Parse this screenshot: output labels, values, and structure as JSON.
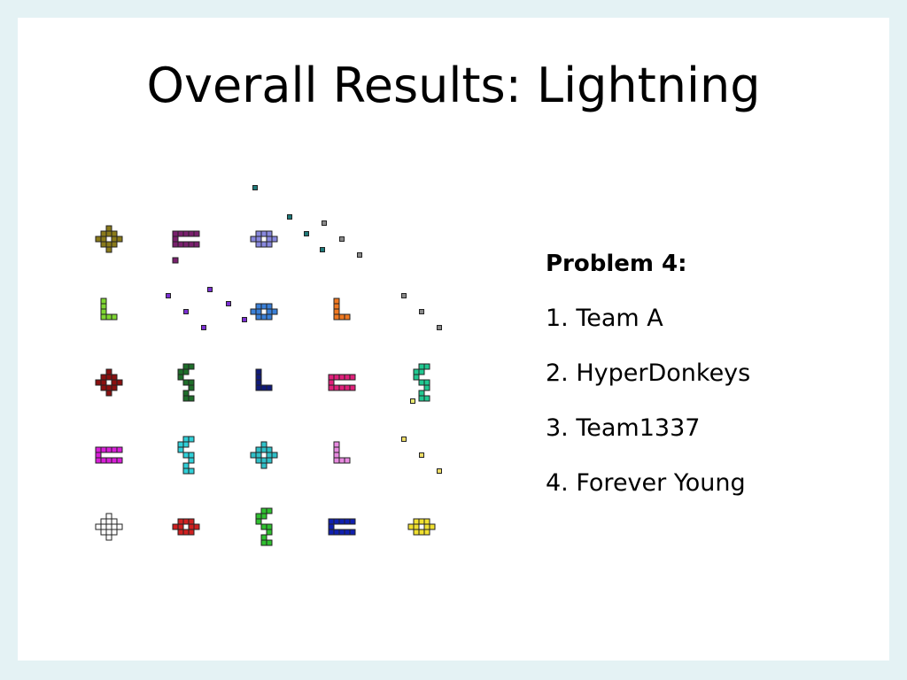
{
  "slide": {
    "title": "Overall Results: Lightning"
  },
  "results": {
    "heading": "Problem 4:",
    "items": [
      "1. Team A",
      "2. HyperDonkeys",
      "3. Team1337",
      "4. Forever Young"
    ]
  },
  "grid": {
    "rows": 5,
    "cols": 5,
    "cells": [
      {
        "shape": "plus-ring",
        "color": "#8a7a1a"
      },
      {
        "shape": "c-shape",
        "color": "#7a1f6e",
        "tail": true
      },
      {
        "shape": "small-plus",
        "color": "#8888dd"
      },
      {
        "shape": "dots",
        "color": "#8a8a8a"
      },
      {
        "shape": "empty",
        "color": ""
      },
      {
        "shape": "l-shape",
        "color": "#7ed631"
      },
      {
        "shape": "dots",
        "color": "#7b2fd3"
      },
      {
        "shape": "small-plus",
        "color": "#3a80d8"
      },
      {
        "shape": "l-shape",
        "color": "#f07820"
      },
      {
        "shape": "dots",
        "color": "#8a8a8a"
      },
      {
        "shape": "plus-ring",
        "color": "#8b1010"
      },
      {
        "shape": "snake",
        "color": "#1e6e2a"
      },
      {
        "shape": "l-shape",
        "color": "#101a7a"
      },
      {
        "shape": "c-shape",
        "color": "#e0207a"
      },
      {
        "shape": "snake",
        "color": "#20c890"
      },
      {
        "shape": "c-shape",
        "color": "#d81fd8"
      },
      {
        "shape": "snake",
        "color": "#30d0d8"
      },
      {
        "shape": "plus-ring",
        "color": "#30c0c8"
      },
      {
        "shape": "l-shape",
        "color": "#e88ae0"
      },
      {
        "shape": "dots",
        "color": "#eedd66"
      },
      {
        "shape": "plus-ring",
        "color": "#ffffff"
      },
      {
        "shape": "small-plus",
        "color": "#d02020"
      },
      {
        "shape": "snake",
        "color": "#30c030"
      },
      {
        "shape": "c-shape",
        "color": "#1020b0"
      },
      {
        "shape": "small-plus",
        "color": "#f0e030"
      }
    ],
    "extra_dots": {
      "color": "#1f7a7a"
    }
  }
}
